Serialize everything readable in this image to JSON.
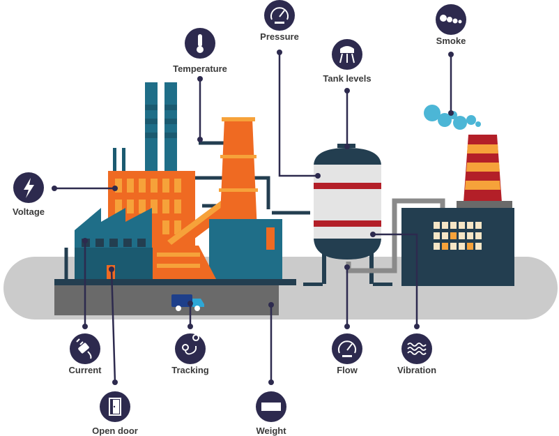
{
  "colors": {
    "navy": "#2d2a4e",
    "orange": "#ef6a22",
    "orange_light": "#f6a23a",
    "teal": "#1f6e88",
    "teal_dark": "#1b5a70",
    "dark_slate": "#233e50",
    "ground": "#cbcbcb",
    "ground_dark": "#6a6a6a",
    "tank": "#e4e4e4",
    "red": "#b31f28",
    "smoke": "#4cb6d6"
  },
  "sensors": [
    {
      "id": "pressure",
      "label": "Pressure",
      "icon": "pressure-gauge-icon"
    },
    {
      "id": "smoke",
      "label": "Smoke",
      "icon": "smoke-icon"
    },
    {
      "id": "temperature",
      "label": "Temperature",
      "icon": "thermometer-icon"
    },
    {
      "id": "tank-levels",
      "label": "Tank levels",
      "icon": "water-tower-icon"
    },
    {
      "id": "voltage",
      "label": "Voltage",
      "icon": "lightning-bolt-icon"
    },
    {
      "id": "current",
      "label": "Current",
      "icon": "plug-icon"
    },
    {
      "id": "tracking",
      "label": "Tracking",
      "icon": "route-pin-icon"
    },
    {
      "id": "flow",
      "label": "Flow",
      "icon": "flow-gauge-icon"
    },
    {
      "id": "vibration",
      "label": "Vibration",
      "icon": "vibration-waves-icon"
    },
    {
      "id": "open-door",
      "label": "Open door",
      "icon": "door-icon"
    },
    {
      "id": "weight",
      "label": "Weight",
      "icon": "weight-icon"
    }
  ]
}
